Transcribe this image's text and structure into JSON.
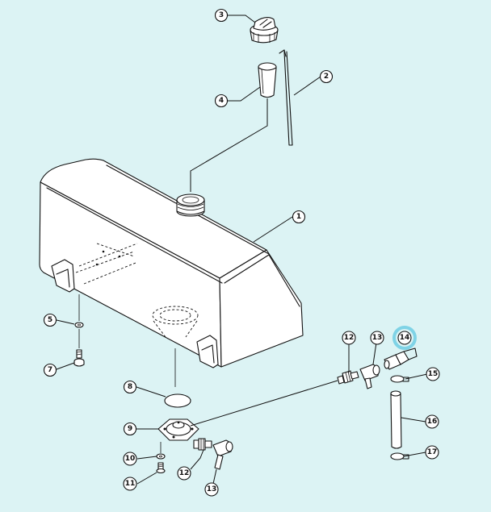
{
  "callouts": [
    {
      "id": "c1",
      "label": "1"
    },
    {
      "id": "c2",
      "label": "2"
    },
    {
      "id": "c3",
      "label": "3"
    },
    {
      "id": "c4",
      "label": "4"
    },
    {
      "id": "c5",
      "label": "5"
    },
    {
      "id": "c7",
      "label": "7"
    },
    {
      "id": "c8",
      "label": "8"
    },
    {
      "id": "c9",
      "label": "9"
    },
    {
      "id": "c10",
      "label": "10"
    },
    {
      "id": "c11",
      "label": "11"
    },
    {
      "id": "c12a",
      "label": "12"
    },
    {
      "id": "c12b",
      "label": "12"
    },
    {
      "id": "c13a",
      "label": "13"
    },
    {
      "id": "c13b",
      "label": "13"
    },
    {
      "id": "c14",
      "label": "14",
      "highlighted": true
    },
    {
      "id": "c15",
      "label": "15"
    },
    {
      "id": "c16",
      "label": "16"
    },
    {
      "id": "c17",
      "label": "17"
    }
  ],
  "colors": {
    "background": "#dcf3f4",
    "line": "#111111",
    "highlight": "#7fd3e6"
  }
}
